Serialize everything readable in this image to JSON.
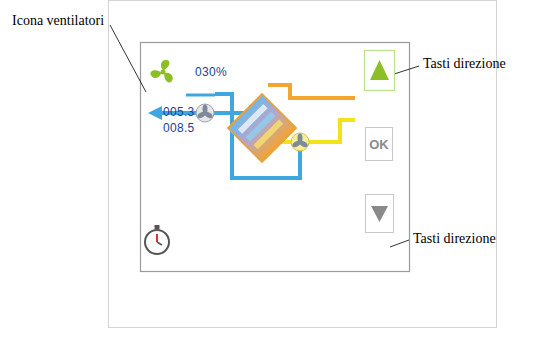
{
  "diagram": {
    "nodes": [
      {
        "text": [
          "OK"
        ]
      }
    ],
    "labels": [
      "Icona ventilatori",
      "Tasti direzione",
      "Tasti direzione",
      "030%",
      "005.3",
      "008.5"
    ]
  }
}
